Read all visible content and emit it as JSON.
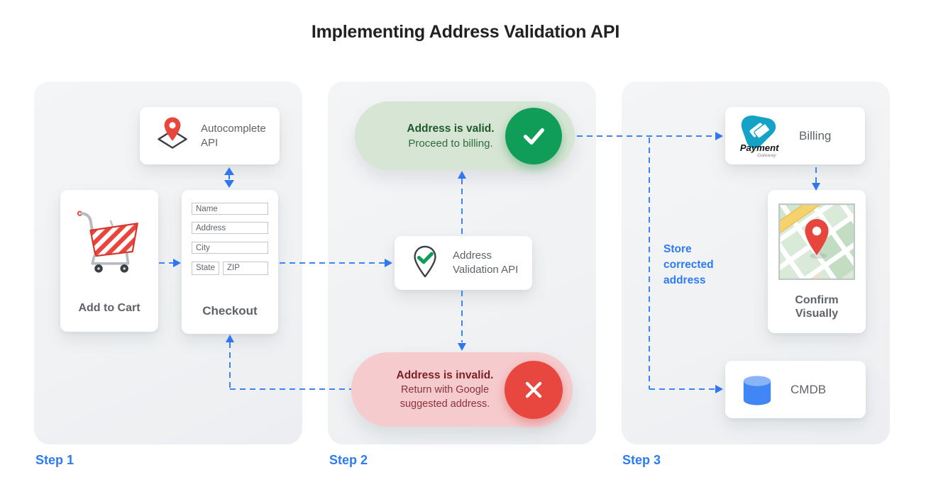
{
  "title": "Implementing Address Validation API",
  "colors": {
    "accent_blue": "#2f76ef",
    "panel_gray": "#f1f3f4",
    "valid_green": "#0f9d58",
    "valid_pill_bg": "#d7e6d4",
    "invalid_red": "#e8473f",
    "invalid_pill_bg": "#f6cbce",
    "text_gray": "#5f6368",
    "pin_red": "#e8463d",
    "payment_teal": "#14a3c7",
    "db_blue": "#4086f4"
  },
  "step1": {
    "label": "Step 1",
    "autocomplete_card": {
      "label": "Autocomplete API"
    },
    "cart_card": {
      "label": "Add to Cart"
    },
    "checkout_card": {
      "label": "Checkout",
      "fields": [
        "Name",
        "Address",
        "City",
        "State",
        "ZIP"
      ]
    }
  },
  "step2": {
    "label": "Step 2",
    "valid_pill": {
      "title": "Address is valid.",
      "subtitle": "Proceed to billing."
    },
    "api_card": {
      "label": "Address Validation API"
    },
    "invalid_pill": {
      "title": "Address is invalid.",
      "subtitle": "Return with Google suggested address."
    }
  },
  "step3": {
    "label": "Step 3",
    "billing_card": {
      "label": "Billing",
      "logo_title": "Payment",
      "logo_sub": "Gateway"
    },
    "store_note": "Store corrected address",
    "confirm_card": {
      "label": "Confirm Visually"
    },
    "cmdb_card": {
      "label": "CMDB"
    }
  }
}
